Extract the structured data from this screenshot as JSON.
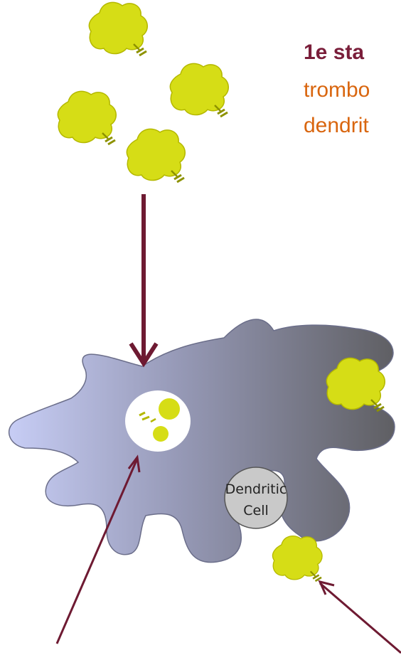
{
  "title": {
    "line1": "1e sta",
    "line2": "trombo",
    "line3": "dendrit"
  },
  "cell": {
    "label_line1": "Dendritic",
    "label_line2": "Cell"
  },
  "colors": {
    "title_dark": "#7a1e3a",
    "title_orange": "#d9660f",
    "arrow": "#6e1a32",
    "platelet_fill": "#d6dd16",
    "platelet_stroke": "#b4b800",
    "cell_light": "#c7cdf5",
    "cell_dark": "#5f5f63",
    "nucleus_fill": "#c9c9c9",
    "vacuole_fill": "#ffffff"
  },
  "icons": {
    "platelet": "platelet-icon",
    "receptor": "receptor-icon"
  }
}
